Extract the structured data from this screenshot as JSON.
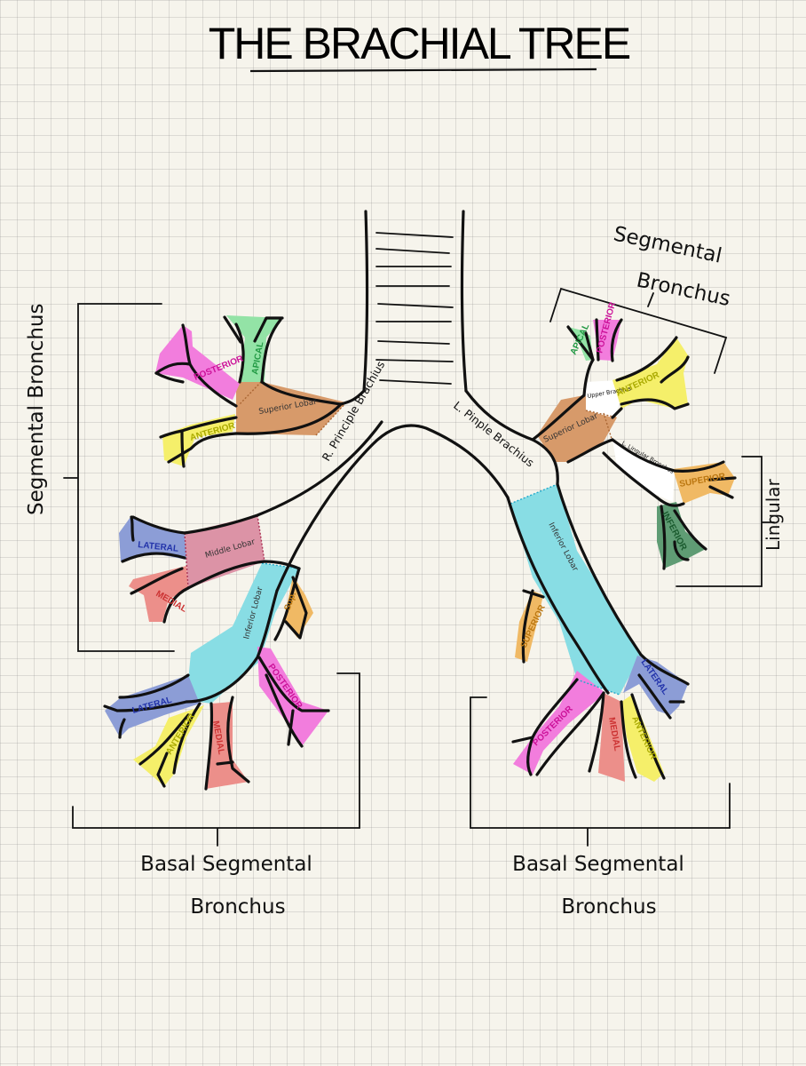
{
  "title": "THE BRACHIAL TREE",
  "colors": {
    "pink": "#f27ddd",
    "green": "#93e3a6",
    "yellow": "#f5ef6a",
    "brown": "#d79a6a",
    "blue": "#8c9dd6",
    "rose": "#dc93a6",
    "salmon": "#ec8f8a",
    "cyan": "#88dde4",
    "orange": "#f0b964",
    "darkgreen": "#5f9c74",
    "blue_text": "#2233aa"
  },
  "trachea": {
    "right_principle": "R. Principle Brachius",
    "left_principle": "L. Pinple Brachius"
  },
  "right": {
    "superior_lobar": "Superior Lobar",
    "middle_lobar": "Middle Lobar",
    "inferior_lobar": "Inferior Lobar",
    "posterior": "POSTERIOR",
    "apical": "APICAL",
    "anterior": "ANTERIOR",
    "lateral": "LATERAL",
    "medial": "MEDIAL",
    "sup": "Sup.",
    "basal_lateral": "LATERAL",
    "basal_anterior": "ANTERIOR",
    "basal_medial": "MEDIAL",
    "basal_posterior": "POSTERIOR",
    "bracket_segmental": "Segmental Bronchus",
    "basal_line1": "Basal Segmental",
    "basal_line2": "Bronchus"
  },
  "left": {
    "superior_lobar": "Superior Lobar",
    "upper_bronchus": "Upper Brachius",
    "l_lingular": "L. Lingular Bronchus",
    "inferior_lobar": "Inferior Lobar",
    "apical": "APICAL",
    "posterior": "POSTERIOR",
    "anterior": "ANTERIOR",
    "superior": "SUPERIOR",
    "inferior": "INFERIOR",
    "superior_basal": "SUPERIOR",
    "lateral": "LATERAL",
    "posterior_basal": "POSTERIOR",
    "medial": "MEDIAL",
    "anterior_basal": "ANTERIOR",
    "segmental_line1": "Segmental",
    "segmental_line2": "Bronchus",
    "lingular": "Lingular",
    "basal_line1": "Basal Segmental",
    "basal_line2": "Bronchus"
  }
}
